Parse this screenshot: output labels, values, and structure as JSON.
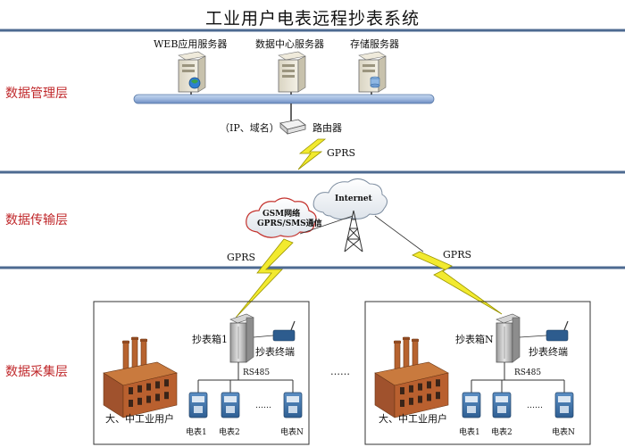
{
  "title": "工业用户电表远程抄表系统",
  "layers": {
    "management": "数据管理层",
    "transmission": "数据传输层",
    "collection": "数据采集层"
  },
  "servers": {
    "web": "WEB应用服务器",
    "datacenter": "数据中心服务器",
    "storage": "存储服务器"
  },
  "router": {
    "label": "路由器",
    "ip_note": "（IP、域名）"
  },
  "links": {
    "gprs_top": "GPRS",
    "gprs_left": "GPRS",
    "gprs_right": "GPRS"
  },
  "cloud": {
    "gsm_line1": "GSM网络",
    "gsm_line2": "GPRS/SMS通信",
    "internet": "Internet"
  },
  "site1": {
    "box": "抄表箱1",
    "terminal": "抄表终端",
    "bus": "RS485",
    "user": "大、中工业用户",
    "meters": [
      "电表1",
      "电表2",
      "电表N"
    ],
    "dots": "……"
  },
  "site2": {
    "box": "抄表箱N",
    "terminal": "抄表终端",
    "bus": "RS485",
    "user": "大、中工业用户",
    "meters": [
      "电表1",
      "电表2",
      "电表N"
    ],
    "dots": "……"
  },
  "between_sites": "……"
}
